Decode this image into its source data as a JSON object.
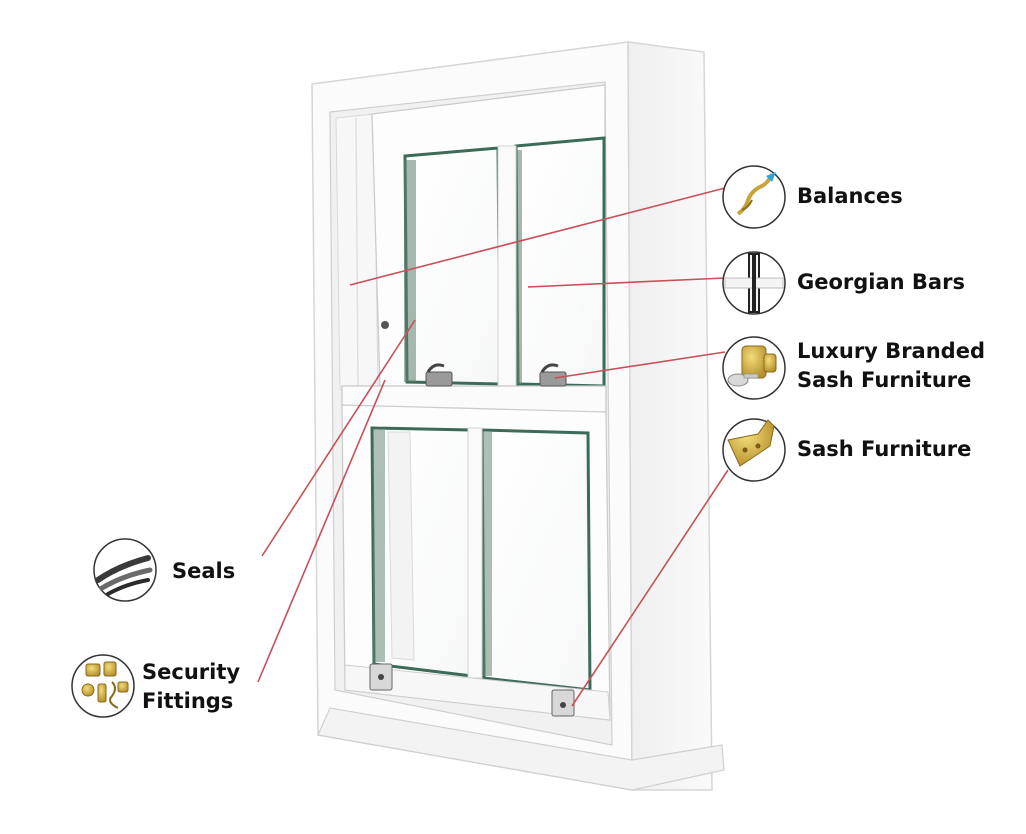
{
  "diagram": {
    "labels": {
      "balances": "Balances",
      "georgian_bars": "Georgian Bars",
      "luxury_sash_line1": "Luxury Branded",
      "luxury_sash_line2": "Sash Furniture",
      "sash_furniture": "Sash Furniture",
      "seals": "Seals",
      "security_line1": "Security",
      "security_line2": "Fittings"
    },
    "icons": {
      "balances": "balance-spring-icon",
      "georgian_bars": "georgian-bar-cross-icon",
      "luxury_sash": "brass-sash-lock-icon",
      "sash_furniture": "brass-sash-lift-icon",
      "seals": "rubber-seal-strips-icon",
      "security": "security-fittings-icon"
    },
    "colors": {
      "leader_line": "#c8505a",
      "frame": "#fbfbfb",
      "frame_shadow": "#d9d9d9",
      "glass_edge": "#3c6b58",
      "brass": "#d4b24a"
    }
  }
}
